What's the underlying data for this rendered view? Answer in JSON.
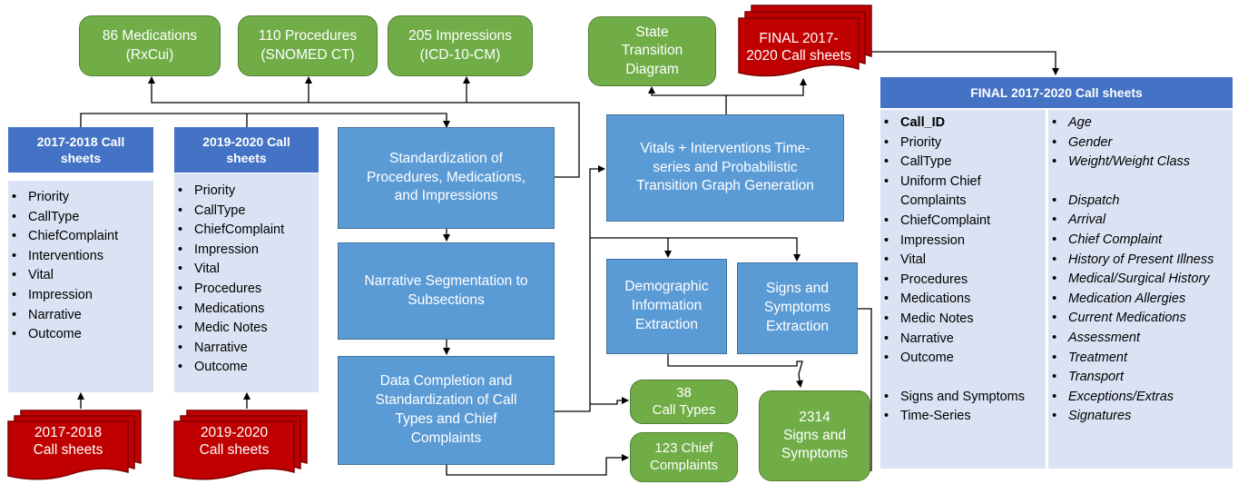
{
  "colors": {
    "green": "#70ad47",
    "blue": "#5b9bd5",
    "header_blue": "#4472c4",
    "panel": "#dae3f3",
    "document_red": "#c00000"
  },
  "outputs": {
    "medications": [
      "86 Medications",
      "(RxCui)"
    ],
    "procedures": [
      "110 Procedures",
      "(SNOMED CT)"
    ],
    "impressions": [
      "205 Impressions",
      "(ICD-10-CM)"
    ],
    "state_diagram": [
      "State",
      "Transition",
      "Diagram"
    ],
    "call_types": [
      "38",
      "Call Types"
    ],
    "chief_complaints": [
      "123 Chief",
      "Complaints"
    ],
    "signs_symptoms": [
      "2314",
      "Signs and",
      "Symptoms"
    ]
  },
  "documents": {
    "final": [
      "FINAL 2017-",
      "2020 Call sheets"
    ],
    "s2017": [
      "2017-2018",
      "Call sheets"
    ],
    "s2019": [
      "2019-2020",
      "Call sheets"
    ]
  },
  "sheets_2017": {
    "title": [
      "2017-2018  Call",
      "sheets"
    ],
    "items": [
      "Priority",
      "CallType",
      "ChiefComplaint",
      "Interventions",
      "Vital",
      "Impression",
      "Narrative",
      "Outcome"
    ]
  },
  "sheets_2019": {
    "title": [
      "2019-2020  Call",
      "sheets"
    ],
    "items": [
      "Priority",
      "CallType",
      "ChiefComplaint",
      "Impression",
      "Vital",
      "Procedures",
      "Medications",
      "Medic Notes",
      "Narrative",
      "Outcome"
    ]
  },
  "processes": {
    "standardization": [
      "Standardization of",
      "Procedures, Medications,",
      "and Impressions"
    ],
    "narrative": [
      "Narrative Segmentation to",
      "Subsections"
    ],
    "completion": [
      "Data Completion and",
      "Standardization of Call",
      "Types and Chief",
      "Complaints"
    ],
    "vitals": [
      "Vitals + Interventions Time-",
      "series and Probabilistic",
      "Transition Graph Generation"
    ],
    "demographic": [
      "Demographic",
      "Information",
      "Extraction"
    ],
    "signs": [
      "Signs and",
      "Symptoms",
      "Extraction"
    ]
  },
  "final_sheet": {
    "title": "FINAL 2017-2020  Call sheets",
    "left_a": [
      "Call_ID",
      "Priority",
      "CallType",
      "Uniform Chief Complaints",
      "ChiefComplaint",
      "Impression",
      "Vital",
      "Procedures",
      "Medications",
      "Medic Notes",
      "Narrative",
      "Outcome"
    ],
    "left_b": [
      "Signs and Symptoms",
      "Time-Series"
    ],
    "right_a": [
      "Age",
      "Gender",
      "Weight/Weight Class"
    ],
    "right_b": [
      "Dispatch",
      "Arrival",
      "Chief Complaint",
      "History of Present Illness",
      "Medical/Surgical History",
      "Medication Allergies",
      "Current Medications",
      "Assessment",
      "Treatment",
      "Transport",
      "Exceptions/Extras",
      "Signatures"
    ]
  }
}
